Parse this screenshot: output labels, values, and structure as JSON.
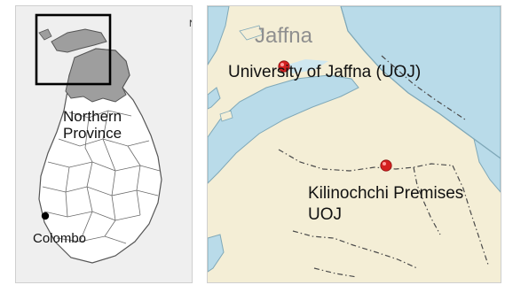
{
  "overview_map": {
    "region_label_line1": "Northern",
    "region_label_line2": "Province",
    "city_label": "Colombo",
    "edge_letter": "N",
    "colors": {
      "sea": "#efefef",
      "land": "#ffffff",
      "highlight_region": "#9e9e9e",
      "boundary": "#555555",
      "frame": "#000000"
    }
  },
  "detail_map": {
    "title": "Jaffna",
    "markers": [
      {
        "label": "University of Jaffna (UOJ)",
        "color": "#d42020"
      },
      {
        "label_line1": "Kilinochchi Premises",
        "label_line2": "UOJ",
        "color": "#d42020"
      }
    ],
    "colors": {
      "sea": "#b9dbe9",
      "land": "#f4eed6",
      "coast": "#7fa8b8",
      "boundary": "#4a4a4a"
    }
  }
}
